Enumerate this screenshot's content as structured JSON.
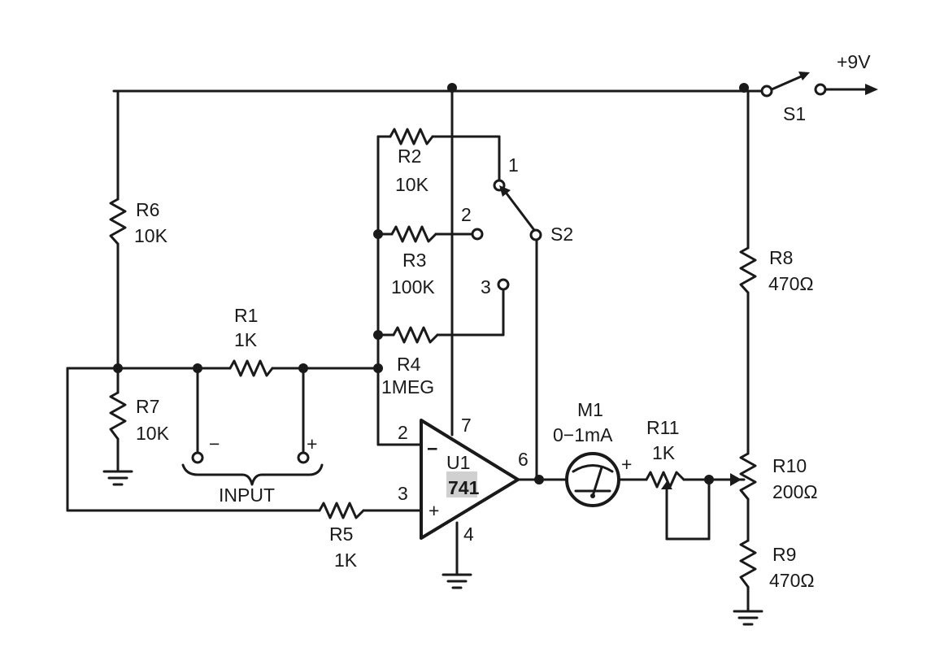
{
  "supply": {
    "voltage": "+9V",
    "switch": "S1"
  },
  "resistors": {
    "r1": {
      "ref": "R1",
      "value": "1K"
    },
    "r2": {
      "ref": "R2",
      "value": "10K"
    },
    "r3": {
      "ref": "R3",
      "value": "100K"
    },
    "r4": {
      "ref": "R4",
      "value": "1MEG"
    },
    "r5": {
      "ref": "R5",
      "value": "1K"
    },
    "r6": {
      "ref": "R6",
      "value": "10K"
    },
    "r7": {
      "ref": "R7",
      "value": "10K"
    },
    "r8": {
      "ref": "R8",
      "value": "470Ω"
    },
    "r9": {
      "ref": "R9",
      "value": "470Ω"
    },
    "r10": {
      "ref": "R10",
      "value": "200Ω"
    },
    "r11": {
      "ref": "R11",
      "value": "1K"
    }
  },
  "range_switch": {
    "ref": "S2",
    "positions": [
      "1",
      "2",
      "3"
    ]
  },
  "opamp": {
    "ref": "U1",
    "part": "741",
    "pins": {
      "inv": "2",
      "noninv": "3",
      "vplus": "7",
      "vminus": "4",
      "out": "6"
    },
    "inv_symbol": "−",
    "noninv_symbol": "+"
  },
  "meter": {
    "ref": "M1",
    "range": "0−1mA",
    "polarity": "+"
  },
  "input": {
    "label": "INPUT",
    "minus": "−",
    "plus": "+"
  }
}
